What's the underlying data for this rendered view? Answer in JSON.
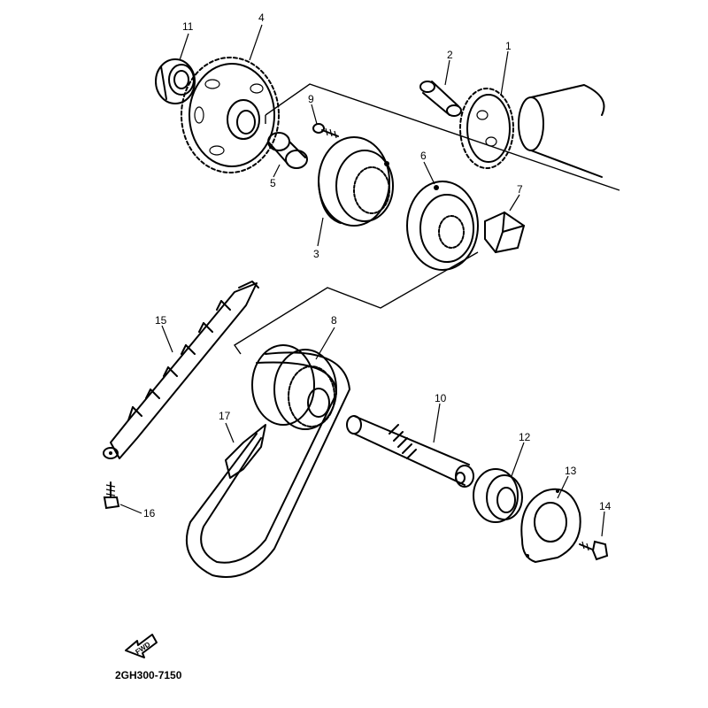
{
  "diagram": {
    "part_code": "2GH300-7150",
    "forward_label": "FWD",
    "callouts": {
      "p1": "1",
      "p2": "2",
      "p3": "3",
      "p4": "4",
      "p5": "5",
      "p6": "6",
      "p7": "7",
      "p8": "8",
      "p9": "9",
      "p10": "10",
      "p11": "11",
      "p12": "12",
      "p13": "13",
      "p14": "14",
      "p15": "15",
      "p16": "16",
      "p17": "17"
    }
  }
}
